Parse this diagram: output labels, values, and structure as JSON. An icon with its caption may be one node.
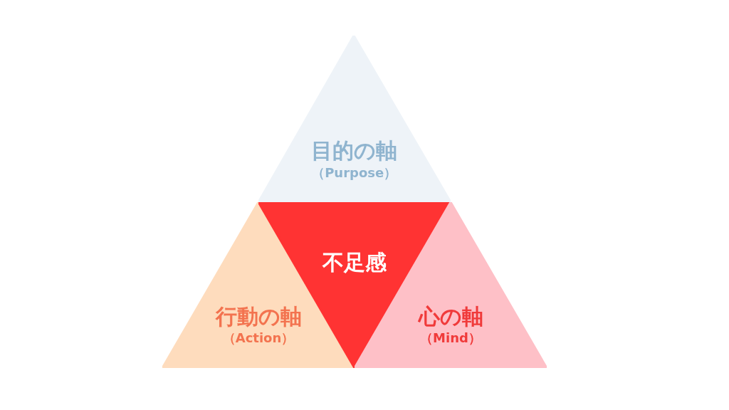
{
  "diagram": {
    "nodes": [
      {
        "text": [
          "目的の軸",
          "（Purpose）"
        ]
      },
      {
        "text": [
          "行動の軸",
          "（Action）"
        ]
      },
      {
        "text": [
          "不足感"
        ]
      },
      {
        "text": [
          "心の軸",
          "（Mind）"
        ]
      }
    ]
  }
}
